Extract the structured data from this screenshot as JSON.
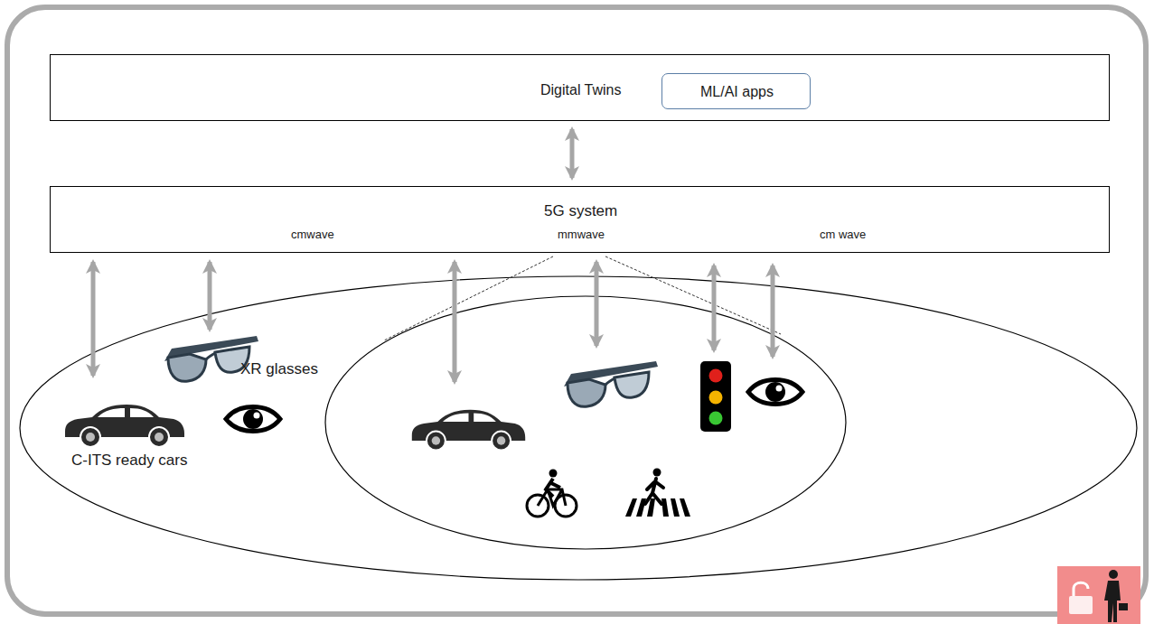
{
  "diagram": {
    "nodes": [
      {
        "text": [
          "Digital Twins"
        ]
      },
      {
        "text": [
          "ML/AI apps"
        ],
        "in": 0
      },
      {
        "text": [
          "5G system",
          "cmwave",
          "mmwave",
          "cm wave"
        ]
      }
    ],
    "edges": [
      {
        "from": 0,
        "to": 2,
        "arrow": "both"
      }
    ],
    "labels": [
      "XR glasses",
      "C-ITS ready cars"
    ]
  }
}
